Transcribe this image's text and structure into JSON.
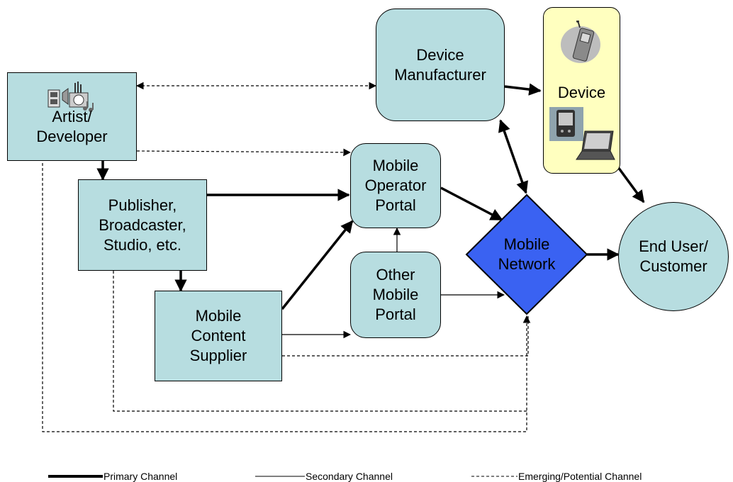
{
  "nodes": {
    "artist": "Artist/\nDeveloper",
    "publisher": "Publisher,\nBroadcaster,\nStudio, etc.",
    "supplier": "Mobile\nContent\nSupplier",
    "operator_portal": "Mobile\nOperator\nPortal",
    "other_portal": "Other\nMobile\nPortal",
    "manufacturer": "Device\nManufacturer",
    "device": "Device",
    "network": "Mobile\nNetwork",
    "end_user": "End User/\nCustomer"
  },
  "legend": {
    "primary": "Primary Channel",
    "secondary": "Secondary Channel",
    "emerging": "Emerging/Potential Channel"
  },
  "colors": {
    "box_fill": "#b7dde0",
    "device_fill": "#ffffbf",
    "network_fill": "#3a62f2"
  },
  "icons": [
    "music-media-icon",
    "mobile-phone-icon",
    "pda-icon",
    "laptop-icon"
  ]
}
